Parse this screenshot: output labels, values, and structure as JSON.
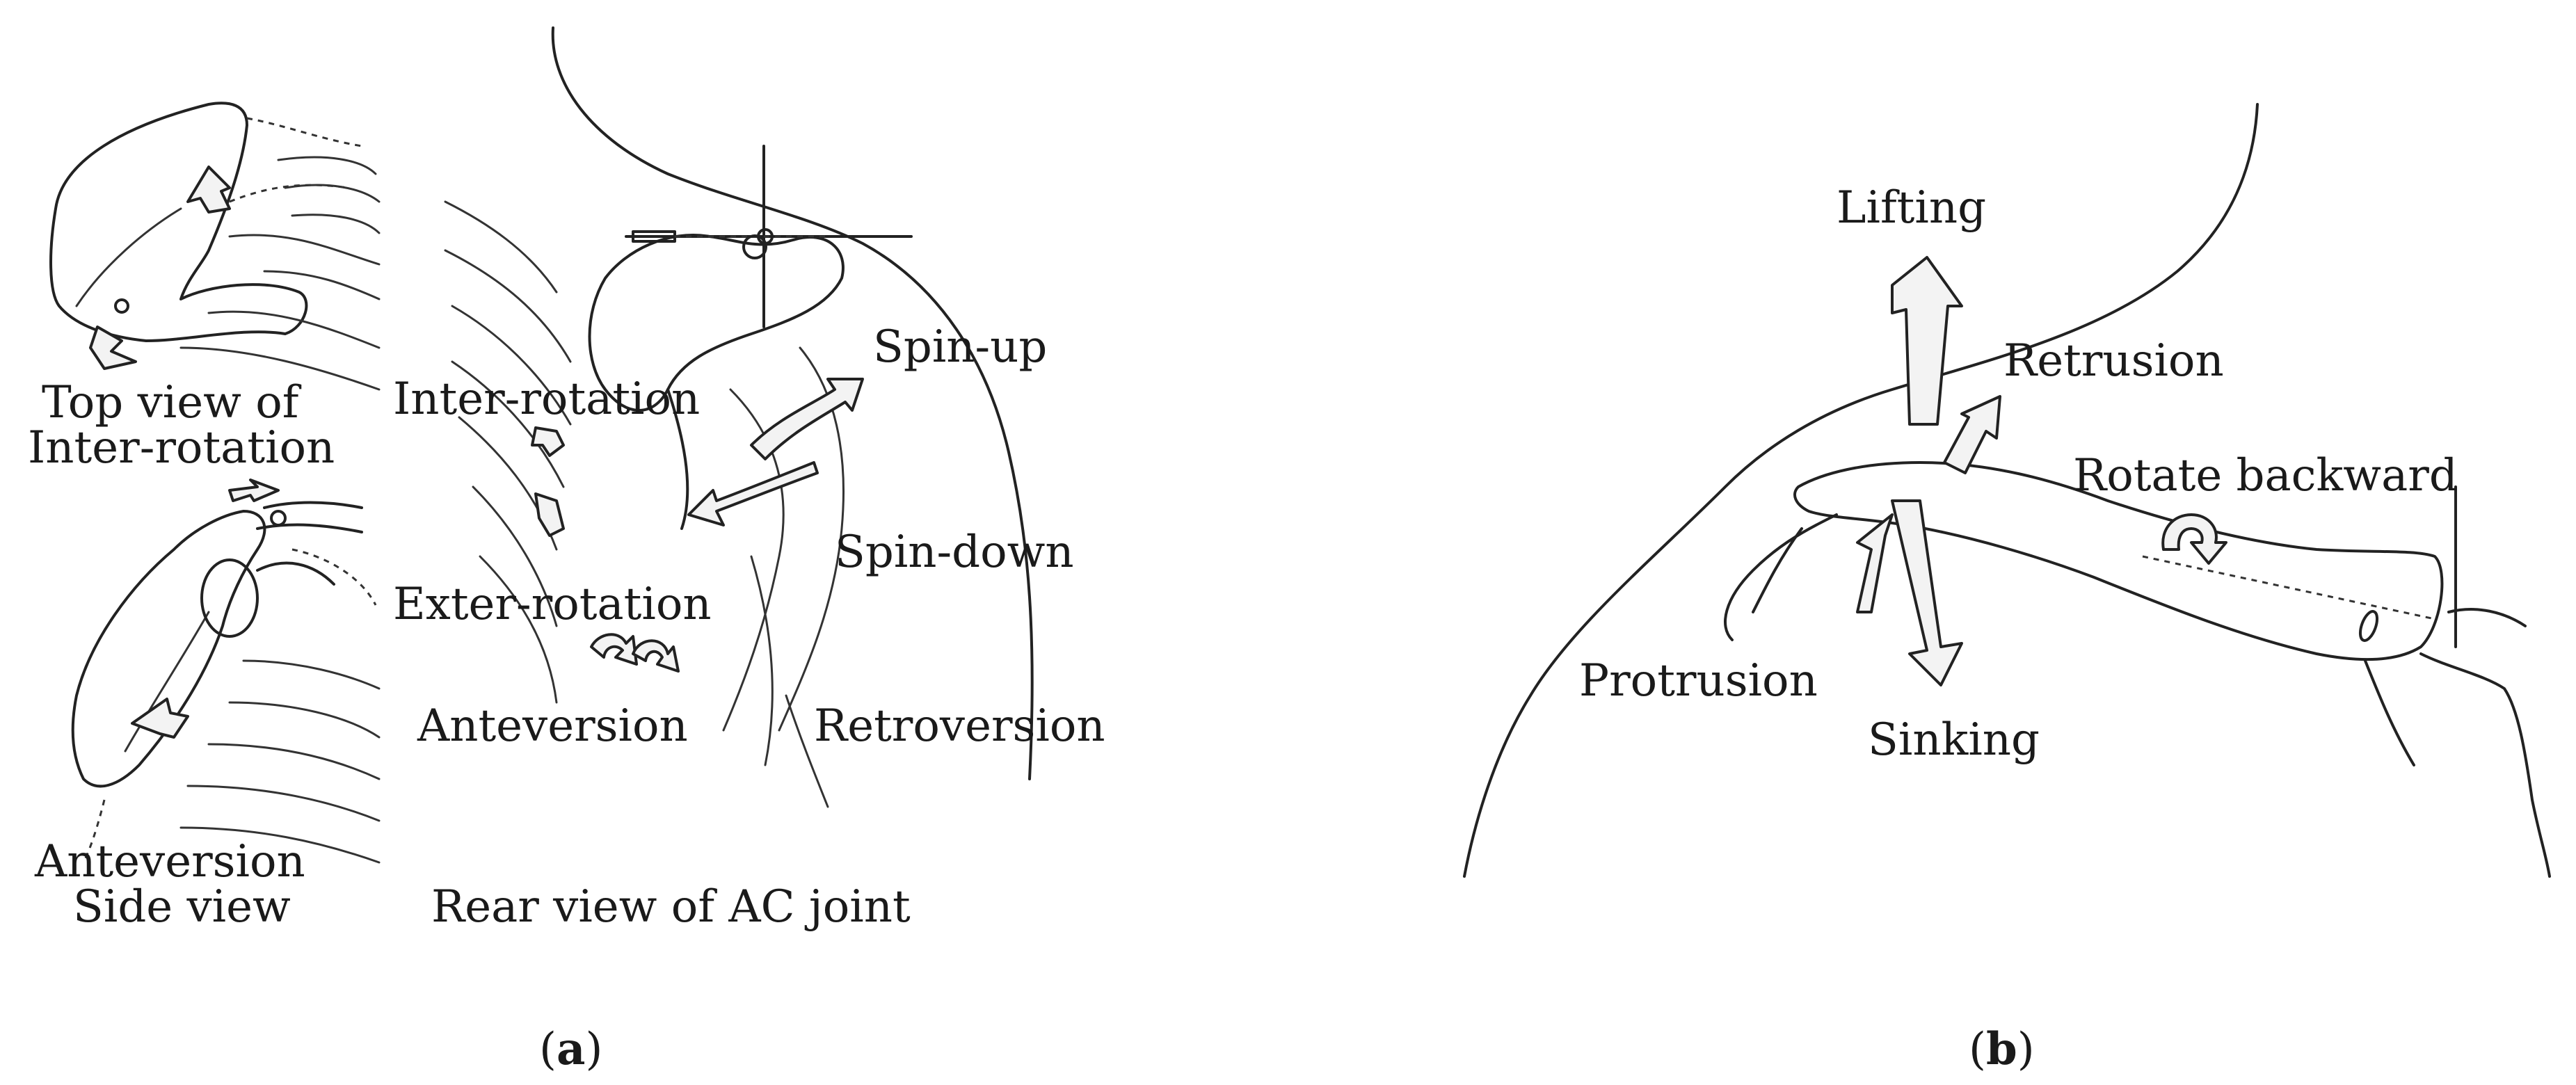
{
  "panel_a": {
    "labels": {
      "top_view_line1": "Top view of",
      "top_view_line2": "Inter-rotation",
      "inter_rotation": "Inter-rotation",
      "spin_up": "Spin-up",
      "spin_down": "Spin-down",
      "exter_rotation": "Exter-rotation",
      "anteversion": "Anteversion",
      "retroversion": "Retroversion",
      "side_view_line1": "Anteversion",
      "side_view_line2": "Side view",
      "rear_view": "Rear view of AC joint"
    },
    "caption": {
      "open": "(",
      "letter": "a",
      "close": ")"
    }
  },
  "panel_b": {
    "labels": {
      "lifting": "Lifting",
      "retrusion": "Retrusion",
      "rotate_backward": "Rotate backward",
      "protrusion": "Protrusion",
      "sinking": "Sinking"
    },
    "caption": {
      "open": "(",
      "letter": "b",
      "close": ")"
    }
  }
}
